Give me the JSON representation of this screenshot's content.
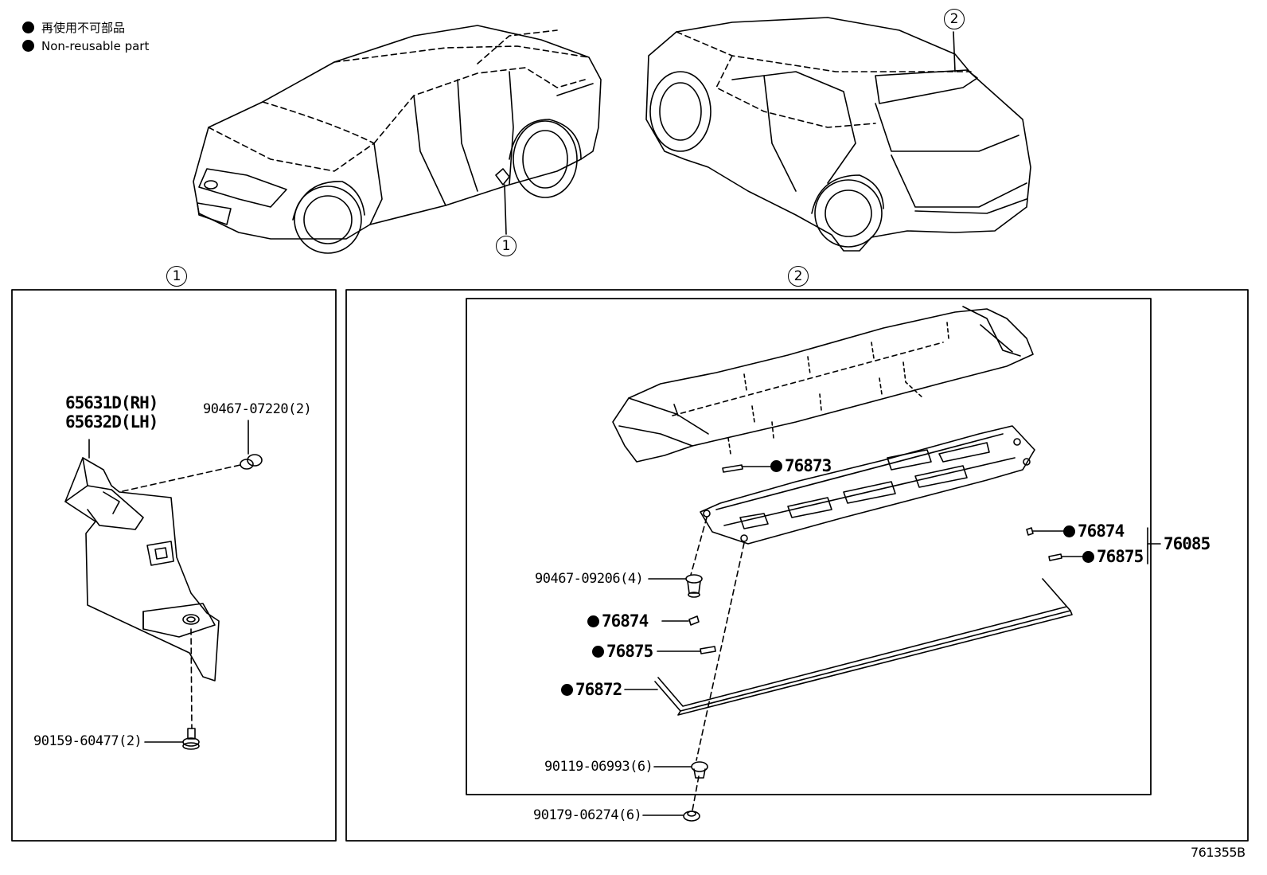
{
  "legend": [
    {
      "text": "再使用不可部品"
    },
    {
      "text": "Non-reusable part"
    }
  ],
  "callouts": {
    "one": "1",
    "two": "2"
  },
  "panel1": {
    "part_rh": "65631D(RH)",
    "part_lh": "65632D(LH)",
    "clip_top": "90467-07220(2)",
    "screw_bottom": "90159-60477(2)"
  },
  "panel2": {
    "p76873": "76873",
    "p76874_right": "76874",
    "p76875_right": "76875",
    "assembly": "76085",
    "clip_mid": "90467-09206(4)",
    "p76874_left": "76874",
    "p76875_left": "76875",
    "p76872": "76872",
    "nut_a": "90119-06993(6)",
    "nut_b": "90179-06274(6)"
  },
  "figure_id": "761355B"
}
